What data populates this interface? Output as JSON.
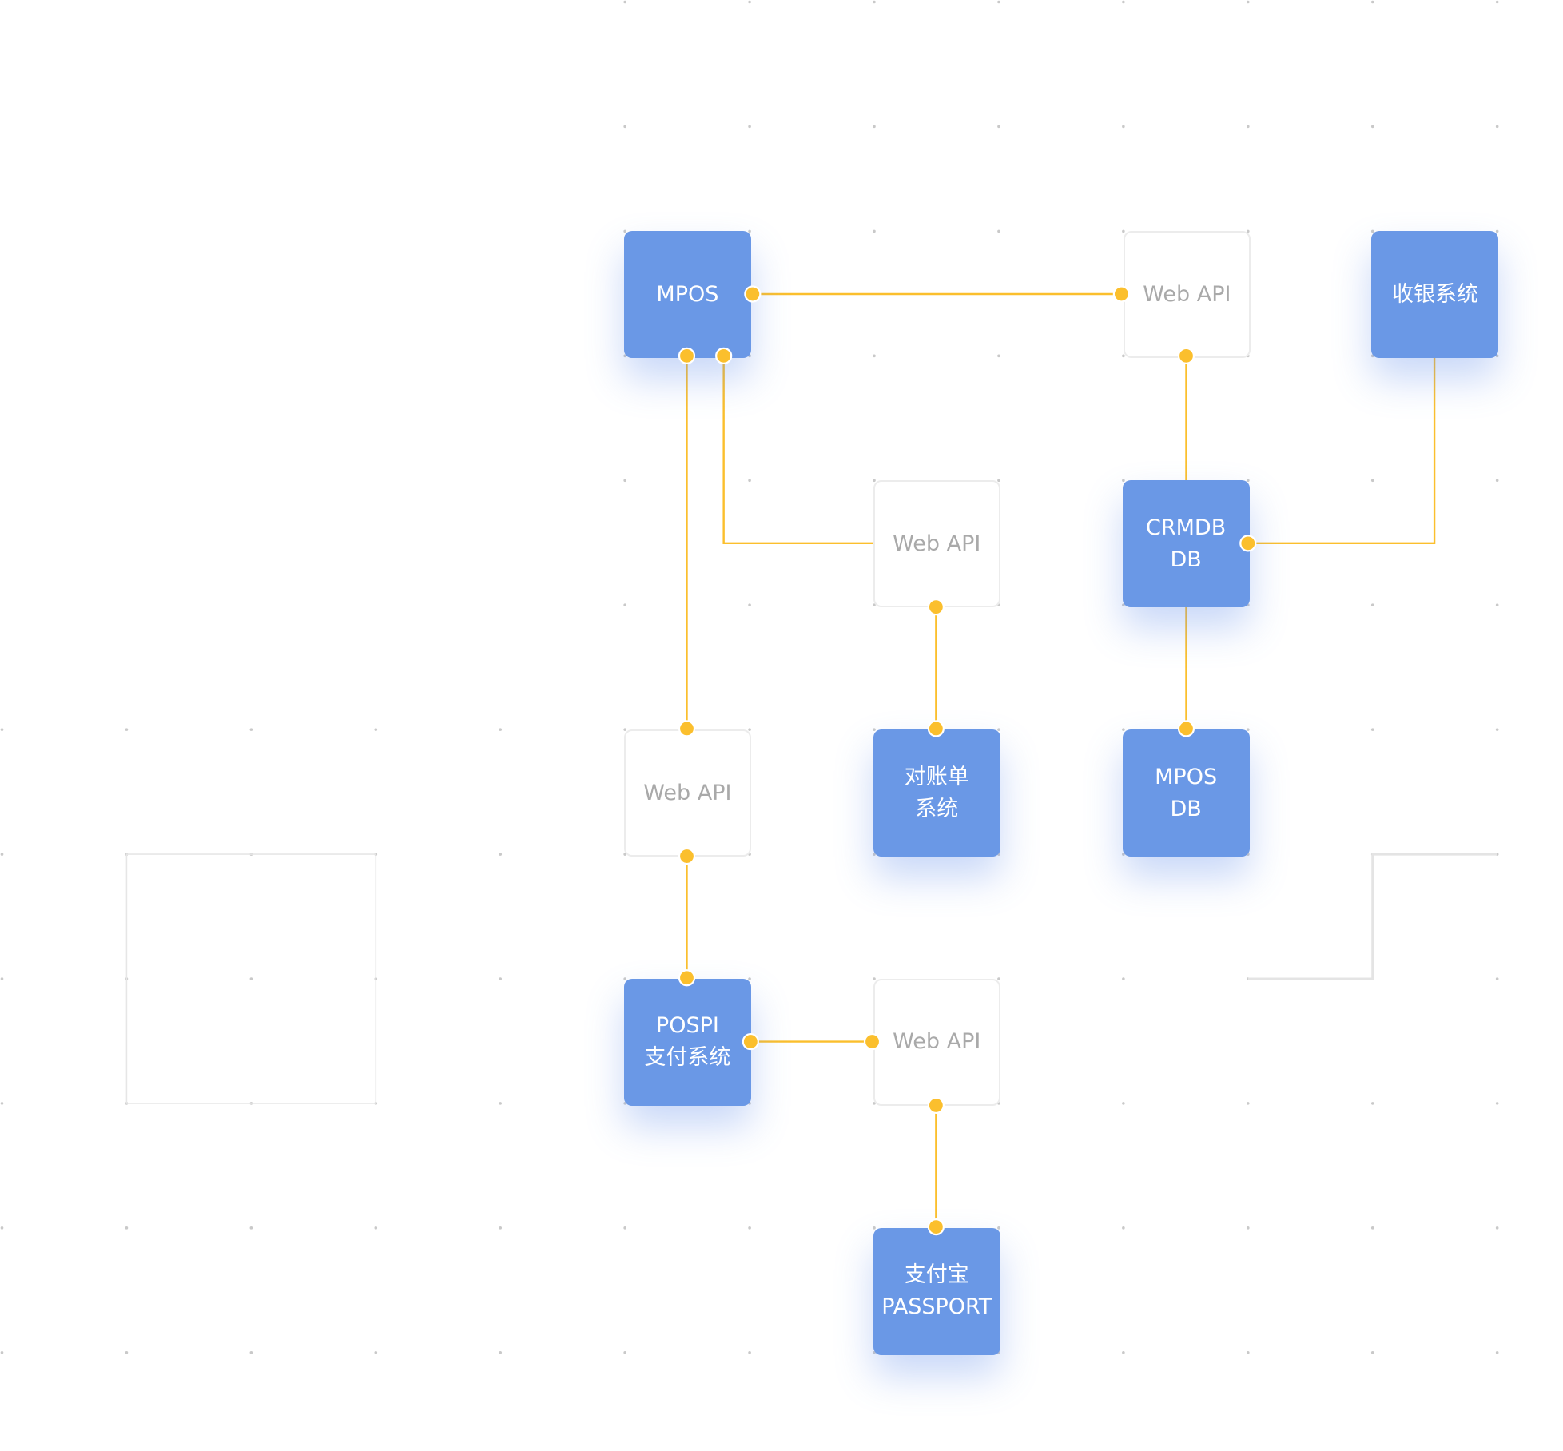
{
  "diagram": {
    "connector_color": "#fbbf2d",
    "system_box_color": "#6a98e6",
    "api_box_border_color": "#ececec",
    "grid_dot_color": "#c9c9c9",
    "nodes": [
      {
        "id": "mpos",
        "kind": "system",
        "lines": [
          "MPOS"
        ]
      },
      {
        "id": "webapi-top-right",
        "kind": "api",
        "lines": [
          "Web API"
        ]
      },
      {
        "id": "cashier",
        "kind": "system",
        "lines": [
          "收银系统"
        ]
      },
      {
        "id": "webapi-middle",
        "kind": "api",
        "lines": [
          "Web API"
        ]
      },
      {
        "id": "crmdb",
        "kind": "system",
        "lines": [
          "CRMDB",
          "DB"
        ]
      },
      {
        "id": "webapi-left",
        "kind": "api",
        "lines": [
          "Web API"
        ]
      },
      {
        "id": "reconciliation",
        "kind": "system",
        "lines": [
          "对账单",
          "系统"
        ]
      },
      {
        "id": "mpos-db",
        "kind": "system",
        "lines": [
          "MPOS",
          "DB"
        ]
      },
      {
        "id": "pospi",
        "kind": "system",
        "lines": [
          "POSPI",
          "支付系统"
        ]
      },
      {
        "id": "webapi-bottom",
        "kind": "api",
        "lines": [
          "Web API"
        ]
      },
      {
        "id": "alipay-passport",
        "kind": "system",
        "lines": [
          "支付宝",
          "PASSPORT"
        ]
      }
    ],
    "edges": [
      {
        "from": "mpos",
        "to": "webapi-top-right"
      },
      {
        "from": "webapi-top-right",
        "to": "crmdb"
      },
      {
        "from": "cashier",
        "to": "crmdb"
      },
      {
        "from": "mpos",
        "to": "webapi-middle"
      },
      {
        "from": "mpos",
        "to": "webapi-left"
      },
      {
        "from": "webapi-middle",
        "to": "reconciliation"
      },
      {
        "from": "crmdb",
        "to": "mpos-db"
      },
      {
        "from": "webapi-left",
        "to": "pospi"
      },
      {
        "from": "pospi",
        "to": "webapi-bottom"
      },
      {
        "from": "webapi-bottom",
        "to": "alipay-passport"
      }
    ]
  }
}
